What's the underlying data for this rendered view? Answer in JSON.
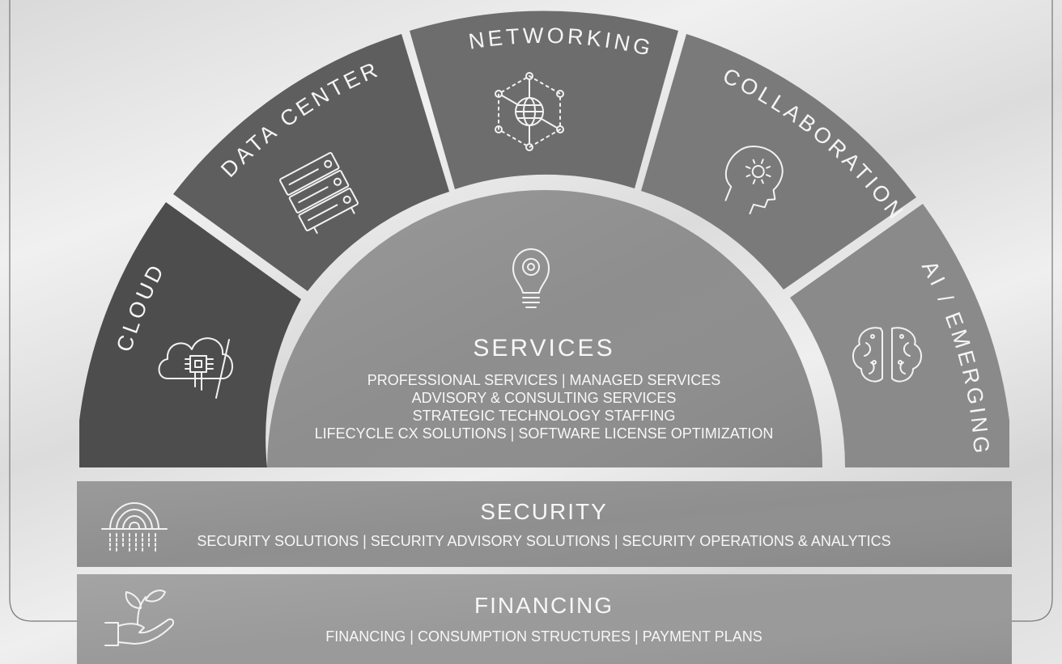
{
  "segments": [
    {
      "key": "cloud",
      "label": "CLOUD",
      "icon": "cloud-chip-icon",
      "color": "#4d4d4d"
    },
    {
      "key": "data_center",
      "label": "DATA CENTER",
      "icon": "server-rack-icon",
      "color": "#5e5e5e"
    },
    {
      "key": "networking",
      "label": "NETWORKING",
      "icon": "globe-network-icon",
      "color": "#6d6d6d"
    },
    {
      "key": "collaboration",
      "label": "COLLABORATION",
      "icon": "head-gear-icon",
      "color": "#7a7a7a"
    },
    {
      "key": "ai_emerging",
      "label": "AI / EMERGING",
      "icon": "brain-circuit-icon",
      "color": "#8a8a8a"
    }
  ],
  "services": {
    "title": "SERVICES",
    "icon": "lightbulb-icon",
    "color": "#8e8e8e",
    "lines": [
      "PROFESSIONAL SERVICES  |  MANAGED SERVICES",
      "ADVISORY & CONSULTING SERVICES",
      "STRATEGIC TECHNOLOGY STAFFING",
      "LIFECYCLE CX SOLUTIONS  |  SOFTWARE LICENSE OPTIMIZATION"
    ]
  },
  "security": {
    "title": "SECURITY",
    "subtitle": "SECURITY SOLUTIONS  |  SECURITY ADVISORY SOLUTIONS  |  SECURITY OPERATIONS & ANALYTICS",
    "icon": "fingerprint-icon",
    "color": "#8f8f8f"
  },
  "financing": {
    "title": "FINANCING",
    "subtitle": "FINANCING | CONSUMPTION STRUCTURES | PAYMENT PLANS",
    "icon": "hand-plant-icon",
    "color": "#9a9a9a"
  }
}
